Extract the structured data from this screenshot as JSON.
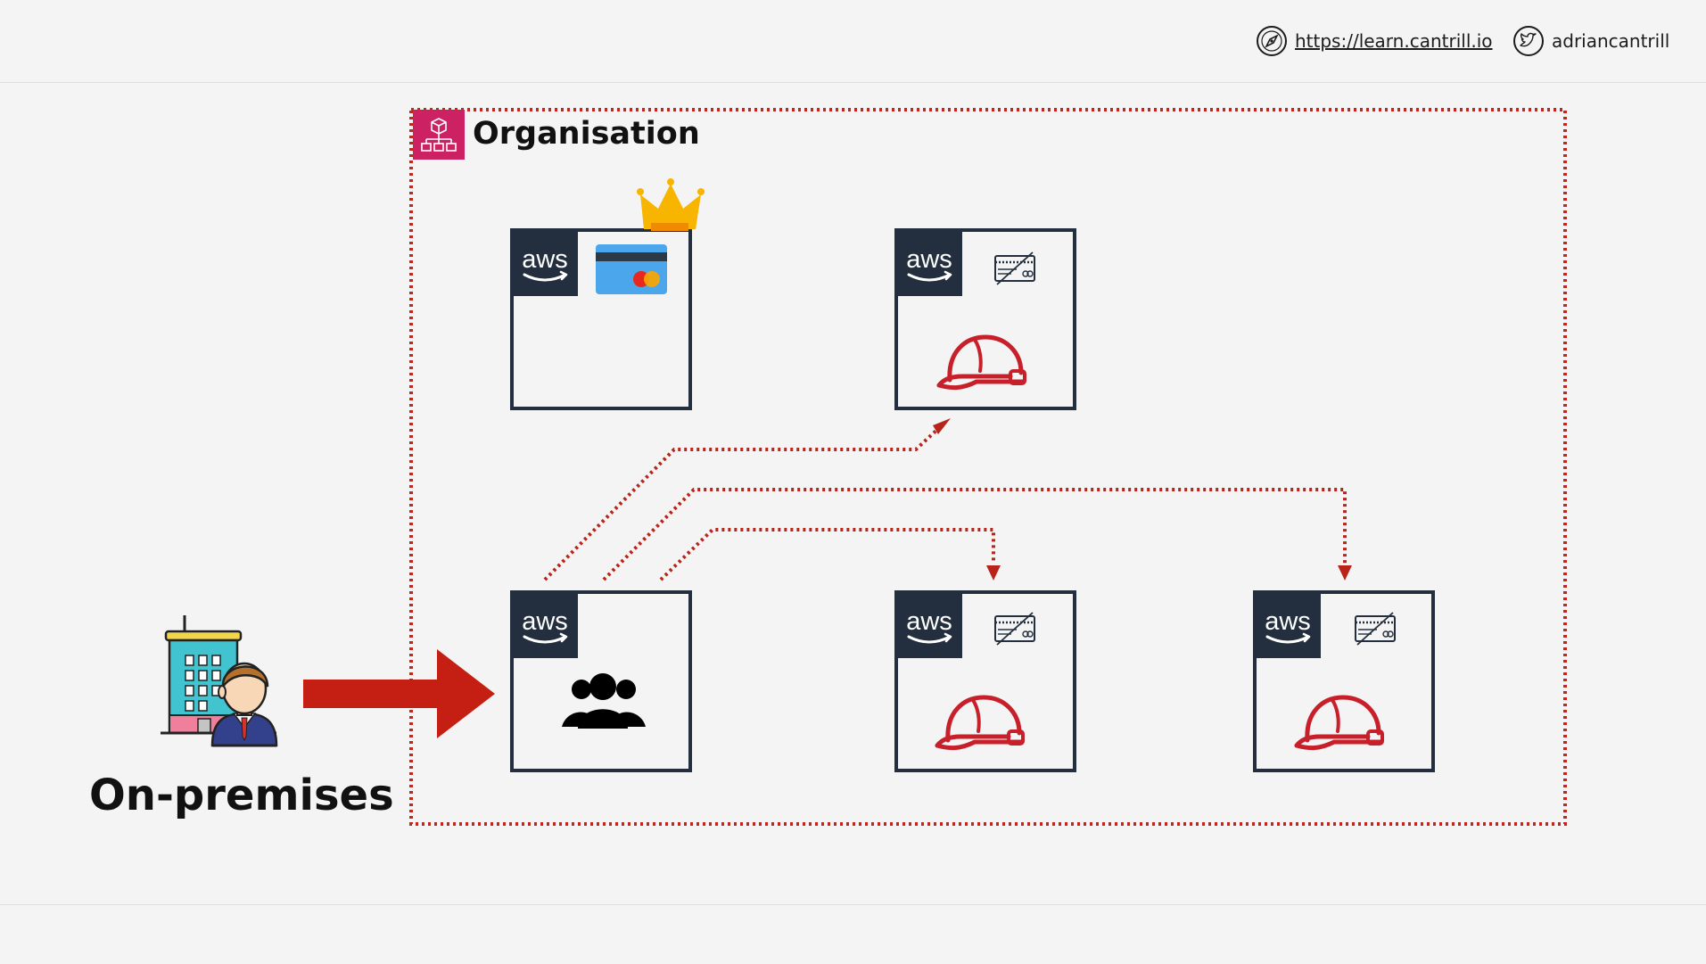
{
  "header": {
    "website_link": "https://learn.cantrill.io",
    "twitter_handle": "adriancantrill",
    "compass_icon": "compass-icon",
    "twitter_icon": "twitter-bird-icon"
  },
  "organisation": {
    "title": "Organisation",
    "icon": "aws-organizations-icon",
    "border_color": "#c0281c"
  },
  "on_premises": {
    "title": "On-premises",
    "icon": "office-building-person-icon"
  },
  "accounts": [
    {
      "name": "management-account",
      "logo": "aws",
      "badges": [
        "crown-icon",
        "credit-card-icon"
      ]
    },
    {
      "name": "member-account-top-right",
      "logo": "aws",
      "badges": [
        "no-billing-card-icon",
        "hardhat-icon"
      ]
    },
    {
      "name": "identity-account",
      "logo": "aws",
      "badges": [
        "users-group-icon"
      ]
    },
    {
      "name": "member-account-bottom-middle",
      "logo": "aws",
      "badges": [
        "no-billing-card-icon",
        "hardhat-icon"
      ]
    },
    {
      "name": "member-account-bottom-right",
      "logo": "aws",
      "badges": [
        "no-billing-card-icon",
        "hardhat-icon"
      ]
    }
  ],
  "colors": {
    "accent_red": "#c0281c",
    "box_border": "#232f3e",
    "org_icon_bg": "#cc2264",
    "card_blue": "#4ca6ec"
  }
}
